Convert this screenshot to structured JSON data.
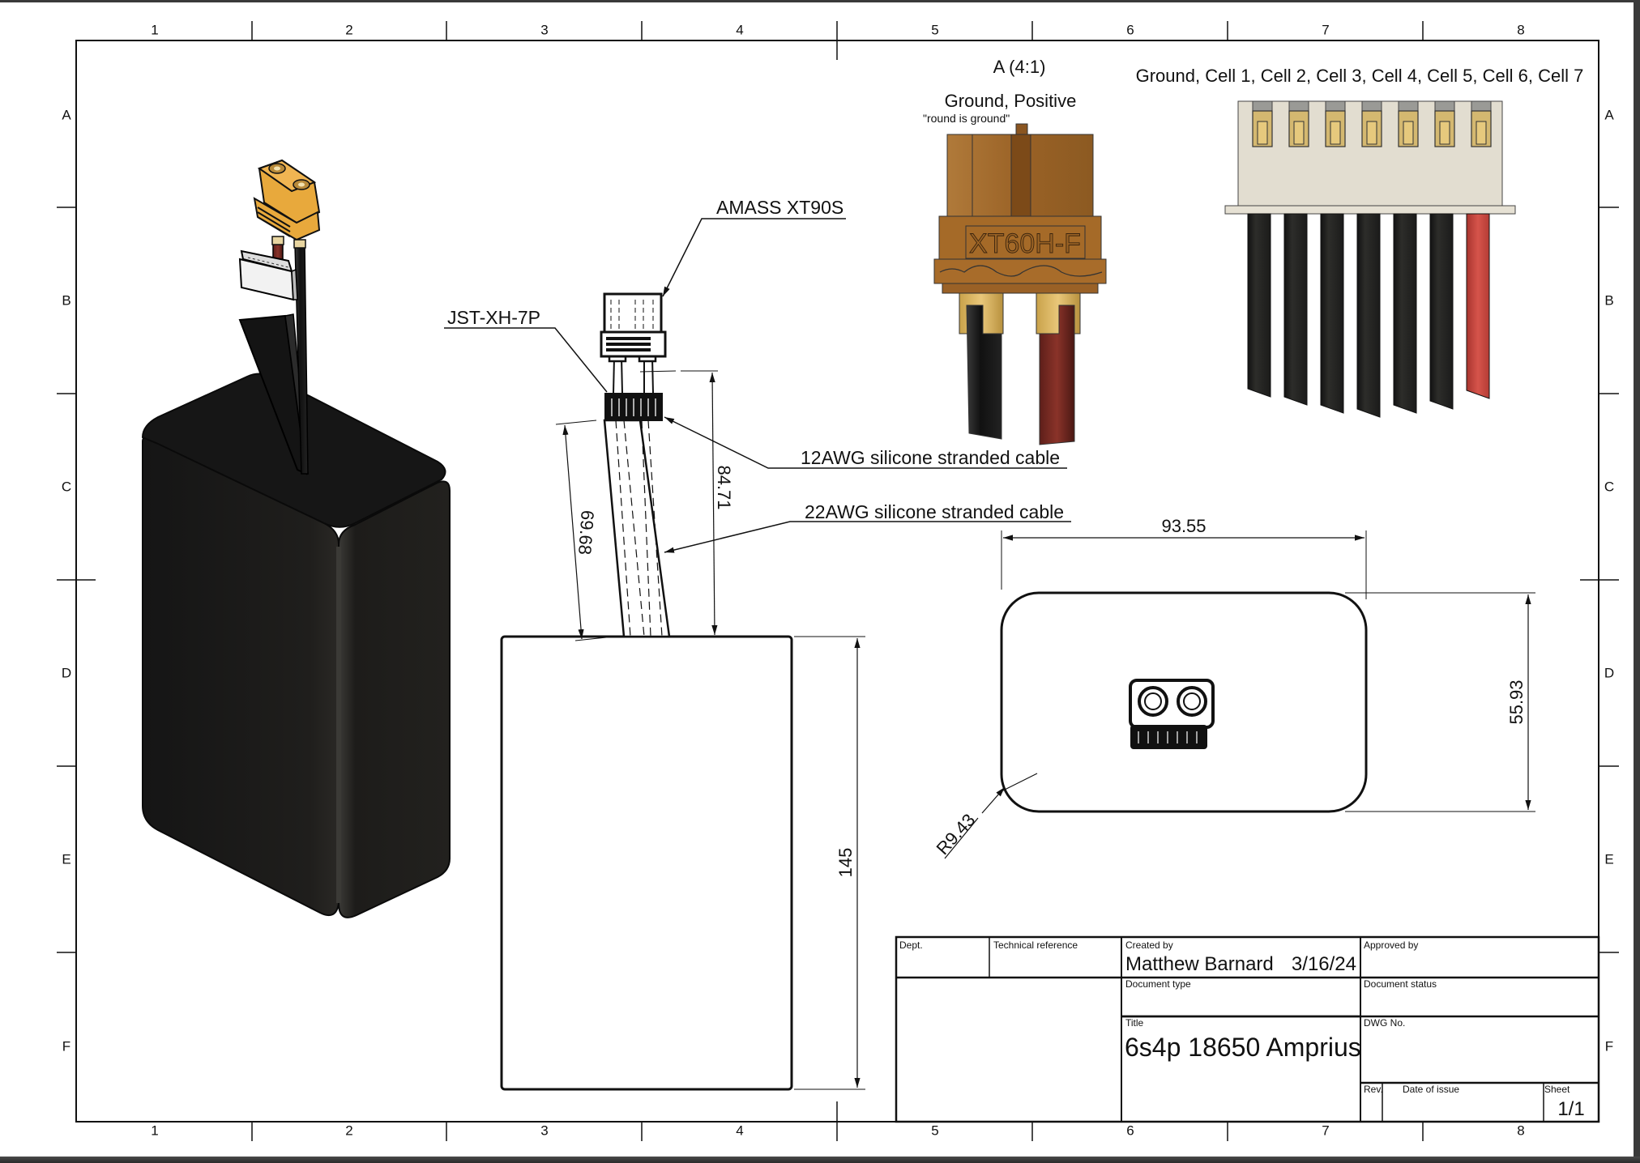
{
  "sheet": {
    "column_labels": [
      "1",
      "2",
      "3",
      "4",
      "5",
      "6",
      "7",
      "8"
    ],
    "row_labels": [
      "A",
      "B",
      "C",
      "D",
      "E",
      "F"
    ]
  },
  "views": {
    "detail_view": {
      "label": "A (4:1)",
      "xt60": {
        "pin_label": "Ground, Positive",
        "note": "\"round is ground\"",
        "part_marking": "XT60H-F",
        "wire_colors": {
          "ground": "#1a1a1a",
          "positive": "#7a2a22"
        },
        "body_color": "#a36a2a"
      },
      "jst": {
        "pin_label_prefix": "Ground, Cell ",
        "pin_label": [
          "Ground",
          "Cell 1",
          "Cell 2",
          "Cell 3",
          "Cell 4",
          "Cell 5",
          "Cell 6",
          "Cell 7"
        ],
        "pin_count": 7,
        "wire_colors": [
          "#222222",
          "#222222",
          "#222222",
          "#222222",
          "#222222",
          "#222222",
          "#c8463f"
        ],
        "housing_color": "#e2ddd0"
      }
    },
    "front_view": {
      "callouts": {
        "xt90": "AMASS XT90S",
        "jst": "JST-XH-7P",
        "cable_12awg": "12AWG silicone stranded cable",
        "cable_22awg": "22AWG silicone stranded cable"
      },
      "dimensions": {
        "lead_length_angled": "69.68",
        "lead_length_vertical": "84.71",
        "pack_height": "145"
      }
    },
    "top_view": {
      "dimensions": {
        "width": "93.55",
        "depth": "55.93",
        "corner_radius": "R9.43"
      }
    },
    "isometric_view": {
      "pack_color": "#1c1c1c",
      "connector_color": "#e8a93c"
    }
  },
  "title_block": {
    "dept_label": "Dept.",
    "dept_value": "",
    "technical_reference_label": "Technical reference",
    "technical_reference_value": "",
    "created_by_label": "Created by",
    "created_by_value": "Matthew Barnard",
    "created_date": "3/16/24",
    "approved_by_label": "Approved by",
    "approved_by_value": "",
    "document_type_label": "Document type",
    "document_type_value": "",
    "document_status_label": "Document status",
    "document_status_value": "",
    "title_label": "Title",
    "title_value": "6s4p 18650 Amprius",
    "dwg_no_label": "DWG No.",
    "dwg_no_value": "",
    "rev_label": "Rev.",
    "rev_value": "",
    "date_of_issue_label": "Date of issue",
    "date_of_issue_value": "",
    "sheet_label": "Sheet",
    "sheet_value": "1/1"
  }
}
